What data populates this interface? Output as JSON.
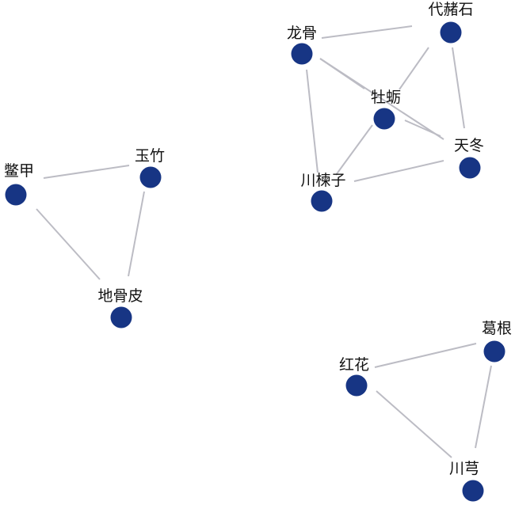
{
  "colors": {
    "node": "#173584",
    "edge": "#bcbcc4",
    "label": "#111111"
  },
  "nodes": [
    {
      "id": "longgu",
      "label": "龙骨"
    },
    {
      "id": "daizheshi",
      "label": "代赭石"
    },
    {
      "id": "muli",
      "label": "牡蛎"
    },
    {
      "id": "tiandong",
      "label": "天冬"
    },
    {
      "id": "chuanlianzi",
      "label": "川楝子"
    },
    {
      "id": "biejia",
      "label": "鳖甲"
    },
    {
      "id": "yuzhu",
      "label": "玉竹"
    },
    {
      "id": "digupi",
      "label": "地骨皮"
    },
    {
      "id": "honghua",
      "label": "红花"
    },
    {
      "id": "gegen",
      "label": "葛根"
    },
    {
      "id": "chuanxiong",
      "label": "川芎"
    }
  ],
  "edges": [
    [
      "longgu",
      "daizheshi"
    ],
    [
      "longgu",
      "muli"
    ],
    [
      "longgu",
      "tiandong"
    ],
    [
      "longgu",
      "chuanlianzi"
    ],
    [
      "daizheshi",
      "muli"
    ],
    [
      "daizheshi",
      "tiandong"
    ],
    [
      "muli",
      "tiandong"
    ],
    [
      "muli",
      "chuanlianzi"
    ],
    [
      "chuanlianzi",
      "tiandong"
    ],
    [
      "biejia",
      "yuzhu"
    ],
    [
      "biejia",
      "digupi"
    ],
    [
      "yuzhu",
      "digupi"
    ],
    [
      "honghua",
      "gegen"
    ],
    [
      "honghua",
      "chuanxiong"
    ],
    [
      "gegen",
      "chuanxiong"
    ]
  ]
}
